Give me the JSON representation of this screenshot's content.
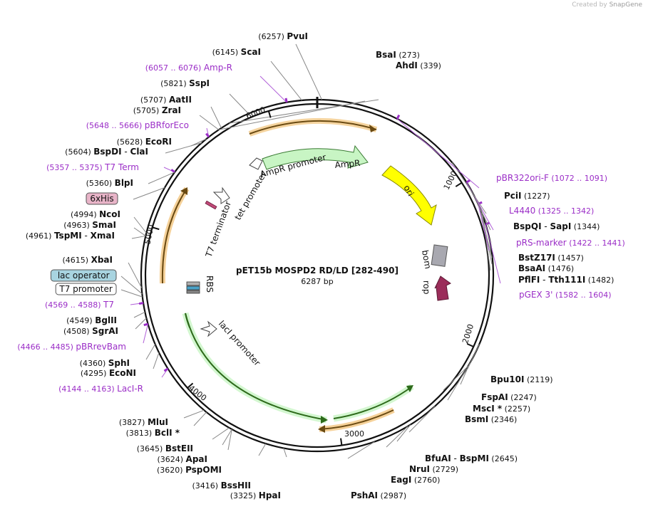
{
  "branding": {
    "created_by": "Created by",
    "app": "SnapGene"
  },
  "plasmid": {
    "name": "pET15b MOSPD2 RD/LD [282-490]",
    "length": "6287 bp"
  },
  "ticks": [
    "1000",
    "2000",
    "3000",
    "4000",
    "5000",
    "6000"
  ],
  "features": [
    {
      "name": "AmpR promoter"
    },
    {
      "name": "AmpR"
    },
    {
      "name": "ori"
    },
    {
      "name": "bom"
    },
    {
      "name": "rop"
    },
    {
      "name": "lacI promoter"
    },
    {
      "name": "RBS"
    },
    {
      "name": "T7 terminator"
    },
    {
      "name": "tet promoter"
    }
  ],
  "labels": [
    {
      "type": "enzyme",
      "pos": "(6257)",
      "name": "PvuI"
    },
    {
      "type": "enzyme",
      "pos": "(6145)",
      "name": "ScaI"
    },
    {
      "type": "primer",
      "pos": "(6057 .. 6076)",
      "name": "Amp-R"
    },
    {
      "type": "enzyme",
      "pos": "(5821)",
      "name": "SspI"
    },
    {
      "type": "enzyme",
      "pos": "(5707)",
      "name": "AatII"
    },
    {
      "type": "enzyme",
      "pos": "(5705)",
      "name": "ZraI"
    },
    {
      "type": "primer",
      "pos": "(5648 .. 5666)",
      "name": "pBRforEco"
    },
    {
      "type": "enzyme",
      "pos": "(5628)",
      "name": "EcoRI"
    },
    {
      "type": "enzyme2",
      "pos": "(5604)",
      "name": "BspDI",
      "name2": "ClaI"
    },
    {
      "type": "primer",
      "pos": "(5357 .. 5375)",
      "name": "T7 Term"
    },
    {
      "type": "enzyme",
      "pos": "(5360)",
      "name": "BlpI"
    },
    {
      "type": "tagbox",
      "name": "6xHis",
      "color": "#e8b4c8"
    },
    {
      "type": "enzyme",
      "pos": "(4994)",
      "name": "NcoI"
    },
    {
      "type": "enzyme",
      "pos": "(4963)",
      "name": "SmaI"
    },
    {
      "type": "enzyme2",
      "pos": "(4961)",
      "name": "TspMI",
      "name2": "XmaI"
    },
    {
      "type": "enzyme",
      "pos": "(4615)",
      "name": "XbaI"
    },
    {
      "type": "tagbox",
      "name": "lac operator",
      "color": "#a8d4e0"
    },
    {
      "type": "tagbox",
      "name": "T7 promoter",
      "color": "#ffffff"
    },
    {
      "type": "primer",
      "pos": "(4569 .. 4588)",
      "name": "T7"
    },
    {
      "type": "enzyme",
      "pos": "(4549)",
      "name": "BglII"
    },
    {
      "type": "enzyme",
      "pos": "(4508)",
      "name": "SgrAI"
    },
    {
      "type": "primer",
      "pos": "(4466 .. 4485)",
      "name": "pBRrevBam"
    },
    {
      "type": "enzyme",
      "pos": "(4360)",
      "name": "SphI"
    },
    {
      "type": "enzyme",
      "pos": "(4295)",
      "name": "EcoNI"
    },
    {
      "type": "primer",
      "pos": "(4144 .. 4163)",
      "name": "LacI-R"
    },
    {
      "type": "enzyme",
      "pos": "(3827)",
      "name": "MluI"
    },
    {
      "type": "enzyme",
      "pos": "(3813)",
      "name": "BclI *"
    },
    {
      "type": "enzyme",
      "pos": "(3645)",
      "name": "BstEII"
    },
    {
      "type": "enzyme",
      "pos": "(3624)",
      "name": "ApaI"
    },
    {
      "type": "enzyme",
      "pos": "(3620)",
      "name": "PspOMI"
    },
    {
      "type": "enzyme",
      "pos": "(3416)",
      "name": "BssHII"
    },
    {
      "type": "enzyme",
      "pos": "(3325)",
      "name": "HpaI"
    },
    {
      "type": "enzyme",
      "pos": "(2987)",
      "name": "PshAI"
    },
    {
      "type": "enzyme",
      "pos": "(2760)",
      "name": "EagI"
    },
    {
      "type": "enzyme",
      "pos": "(2729)",
      "name": "NruI"
    },
    {
      "type": "enzyme2",
      "pos": "(2645)",
      "name": "BfuAI",
      "name2": "BspMI"
    },
    {
      "type": "enzyme",
      "pos": "(2346)",
      "name": "BsmI"
    },
    {
      "type": "enzyme",
      "pos": "(2257)",
      "name": "MscI *"
    },
    {
      "type": "enzyme",
      "pos": "(2247)",
      "name": "FspAI"
    },
    {
      "type": "enzyme",
      "pos": "(2119)",
      "name": "Bpu10I"
    },
    {
      "type": "primer",
      "pos": "(1582 .. 1604)",
      "name": "pGEX 3'"
    },
    {
      "type": "enzyme2",
      "pos": "(1482)",
      "name": "PflFI",
      "name2": "Tth111I"
    },
    {
      "type": "enzyme",
      "pos": "(1476)",
      "name": "BsaAI"
    },
    {
      "type": "enzyme",
      "pos": "(1457)",
      "name": "BstZ17I"
    },
    {
      "type": "primer",
      "pos": "(1422 .. 1441)",
      "name": "pRS-marker"
    },
    {
      "type": "enzyme2",
      "pos": "(1344)",
      "name": "BspQI",
      "name2": "SapI"
    },
    {
      "type": "primer",
      "pos": "(1325 .. 1342)",
      "name": "L4440"
    },
    {
      "type": "enzyme",
      "pos": "(1227)",
      "name": "PciI"
    },
    {
      "type": "primer",
      "pos": "(1072 .. 1091)",
      "name": "pBR322ori-F"
    },
    {
      "type": "enzyme",
      "pos": "(339)",
      "name": "AhdI"
    },
    {
      "type": "enzyme",
      "pos": "(273)",
      "name": "BsaI"
    }
  ]
}
